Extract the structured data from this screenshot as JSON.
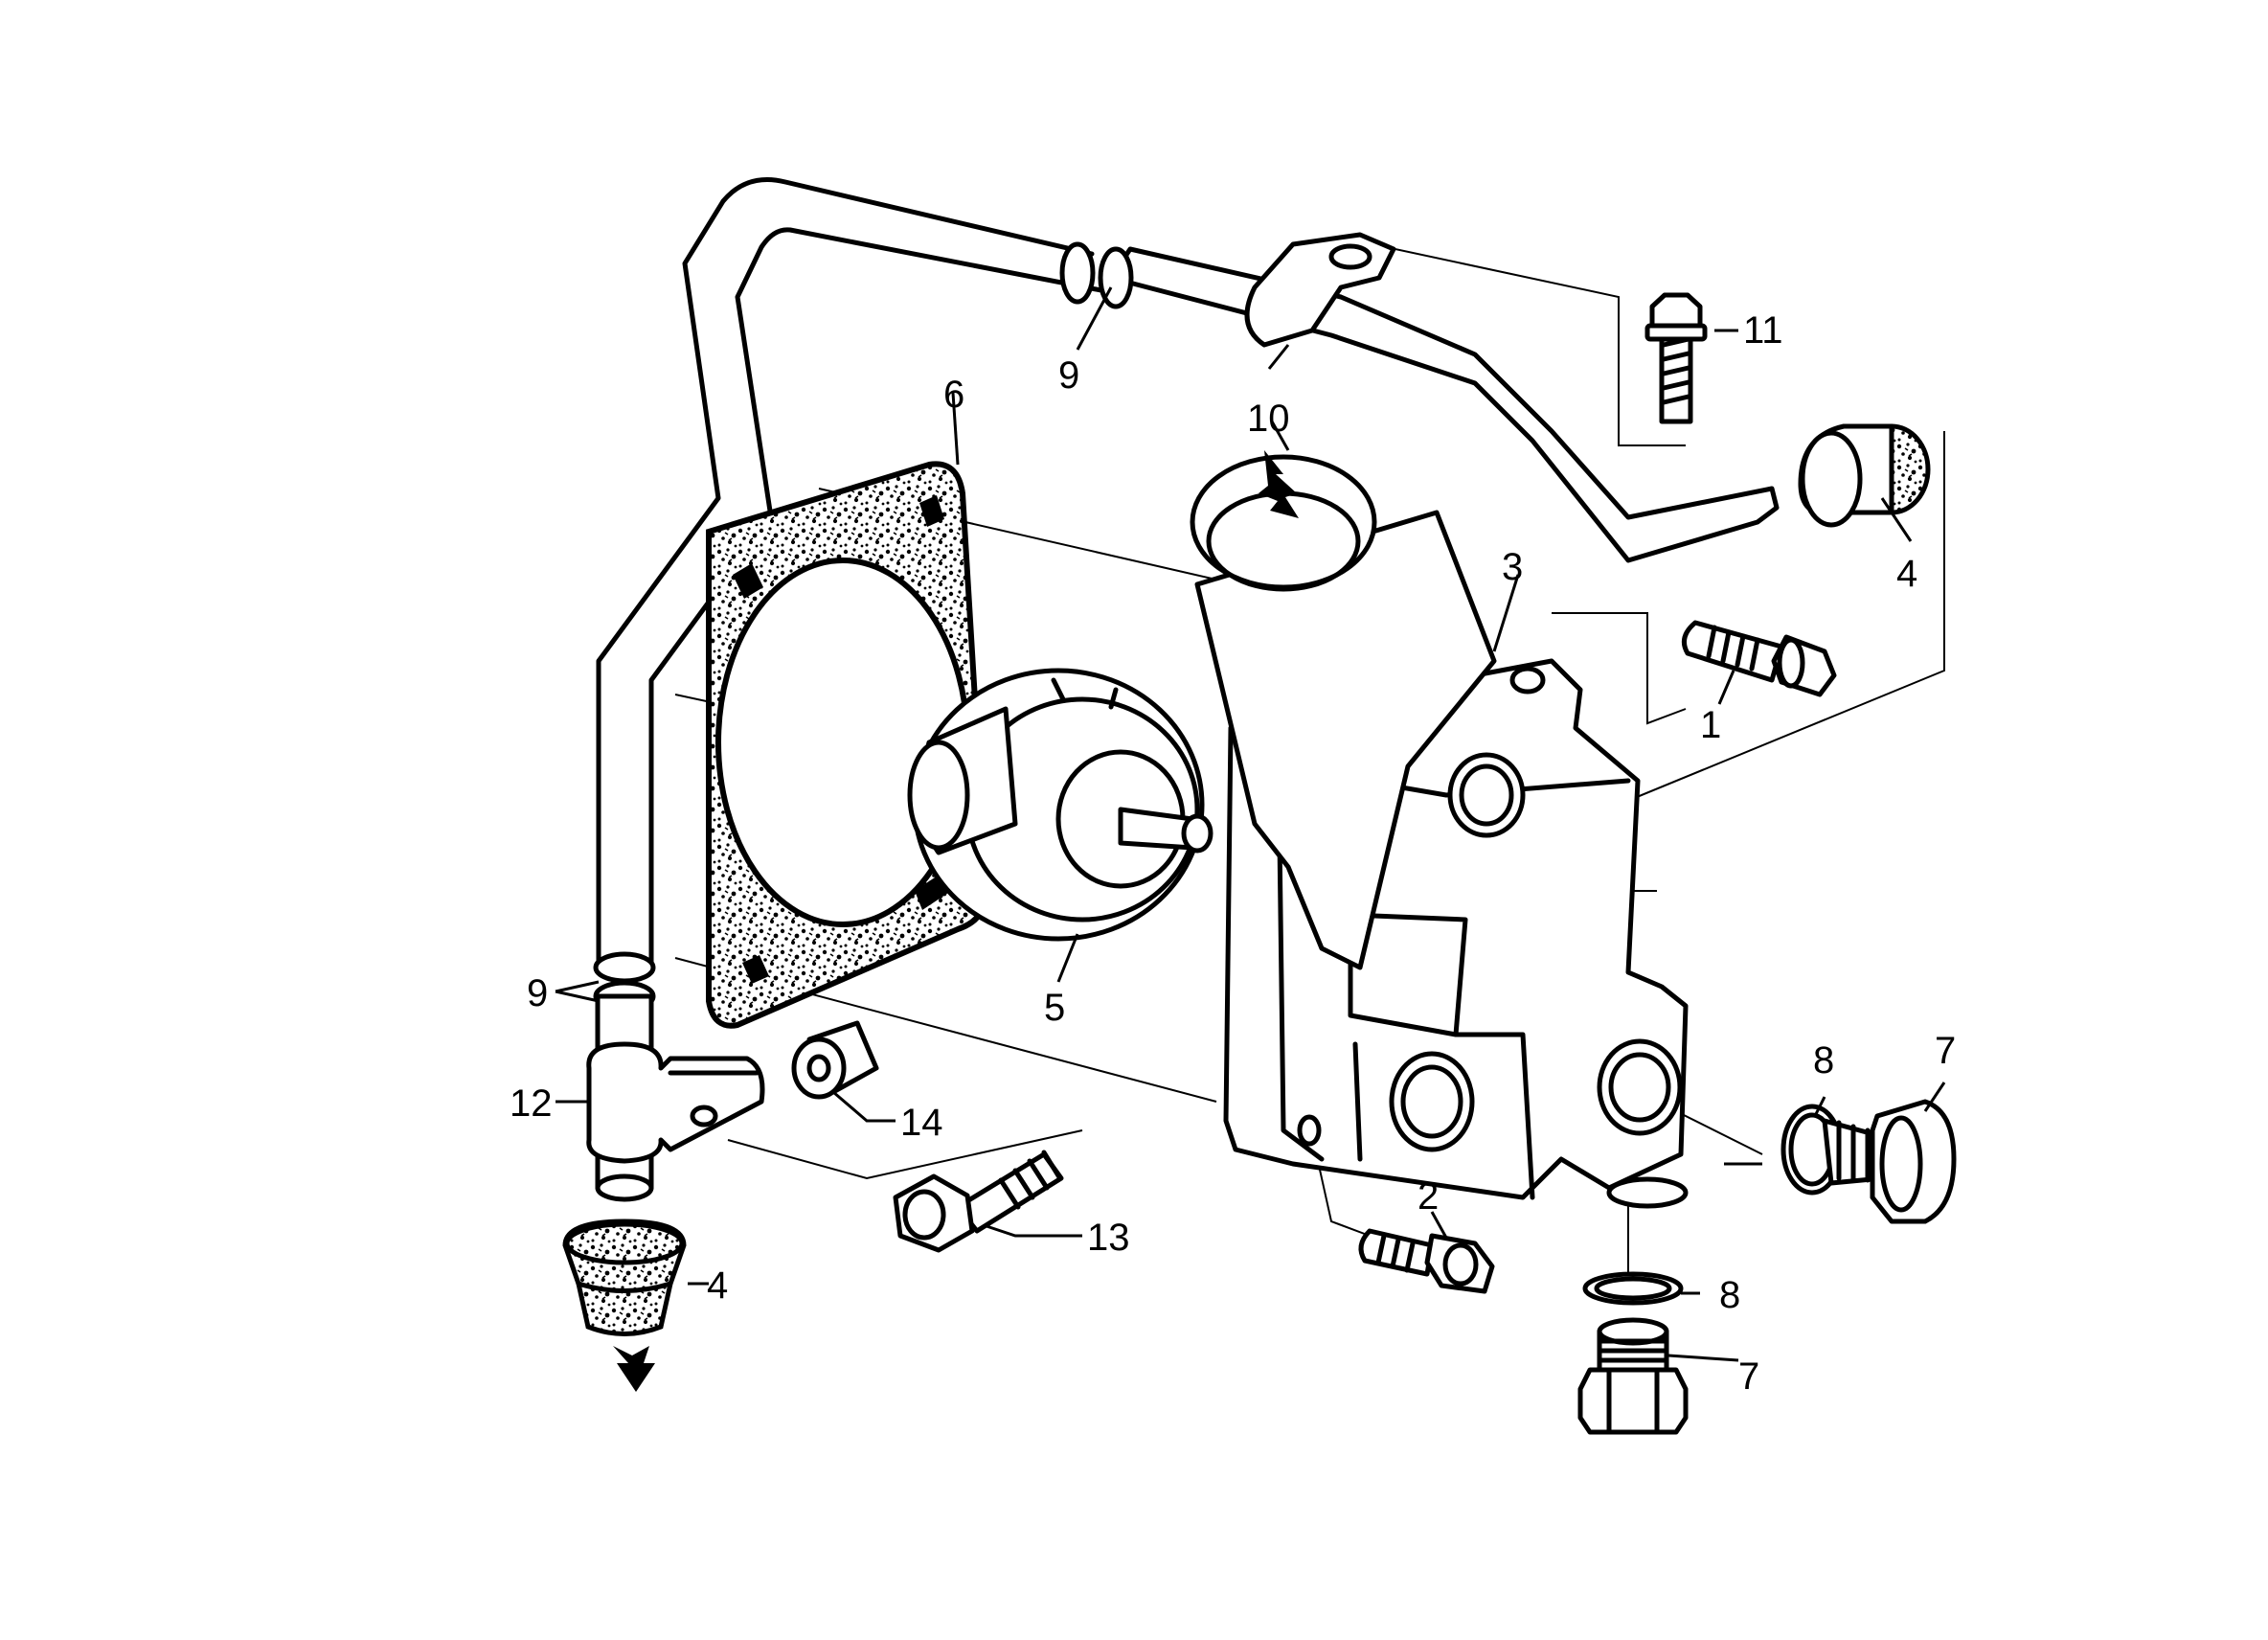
{
  "callouts": [
    {
      "id": "c1",
      "text": "1"
    },
    {
      "id": "c2",
      "text": "2"
    },
    {
      "id": "c3",
      "text": "3"
    },
    {
      "id": "c4a",
      "text": "4"
    },
    {
      "id": "c4b",
      "text": "4"
    },
    {
      "id": "c5",
      "text": "5"
    },
    {
      "id": "c6",
      "text": "6"
    },
    {
      "id": "c7a",
      "text": "7"
    },
    {
      "id": "c7b",
      "text": "7"
    },
    {
      "id": "c8a",
      "text": "8"
    },
    {
      "id": "c8b",
      "text": "8"
    },
    {
      "id": "c9a",
      "text": "9"
    },
    {
      "id": "c9b",
      "text": "9"
    },
    {
      "id": "c10",
      "text": "10"
    },
    {
      "id": "c11",
      "text": "11"
    },
    {
      "id": "c12",
      "text": "12"
    },
    {
      "id": "c13",
      "text": "13"
    },
    {
      "id": "c14",
      "text": "14"
    }
  ],
  "icons": [
    "flow-arrow-up-icon",
    "flow-arrow-down-icon"
  ]
}
